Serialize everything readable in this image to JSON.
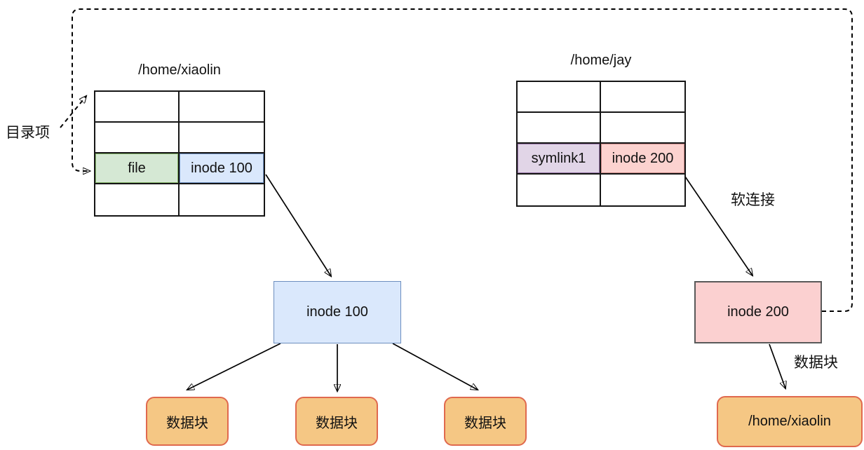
{
  "diagram": {
    "left_table": {
      "title": "/home/xiaolin",
      "rows": [
        [
          "",
          ""
        ],
        [
          "",
          ""
        ],
        [
          "file",
          "inode 100"
        ],
        [
          "",
          ""
        ]
      ]
    },
    "right_table": {
      "title": "/home/jay",
      "rows": [
        [
          "",
          ""
        ],
        [
          "",
          ""
        ],
        [
          "symlink1",
          "inode 200"
        ],
        [
          "",
          ""
        ]
      ]
    },
    "nodes": {
      "inode100": "inode 100",
      "inode200": "inode 200",
      "datablock1": "数据块",
      "datablock2": "数据块",
      "datablock3": "数据块",
      "symlink_target": "/home/xiaolin"
    },
    "labels": {
      "dir_entry": "目录项",
      "soft_link": "软连接",
      "data_block": "数据块"
    },
    "colors": {
      "cell_green": "#d5e8d4",
      "cell_blue": "#dae8fc",
      "cell_purple": "#e1d5e7",
      "cell_pink": "#fcd2cf",
      "inode_blue_fill": "#dae8fc",
      "inode_blue_border": "#6c8ebf",
      "inode_pink_fill": "#fbd0d0",
      "inode_pink_border": "#595959",
      "datablock_fill": "#f5c784",
      "datablock_border": "#e0694e",
      "line": "#000000"
    }
  }
}
